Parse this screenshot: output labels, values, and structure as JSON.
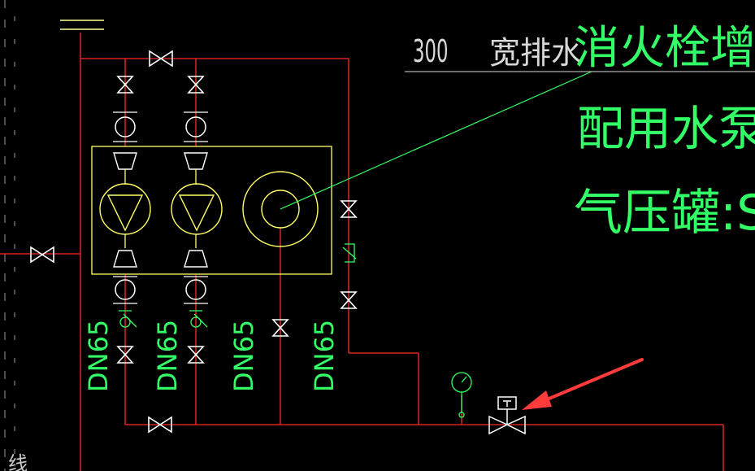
{
  "annotations": {
    "title_number": "300",
    "title_white": "宽排水",
    "title_green": "消火栓增压",
    "line_pump": "配用水泵(一",
    "line_tank": "气压罐:SQ",
    "pipe_labels": [
      "DN65",
      "DN65",
      "DN65",
      "DN65"
    ],
    "edge_text": "线"
  },
  "colors": {
    "background": "#000000",
    "pipe": "#ff2a2a",
    "valve": "#ffffff",
    "equipment": "#ffff66",
    "green_text": "#33ff66",
    "white_text": "#d8d8d8",
    "arrow": "#ff3b3b"
  }
}
